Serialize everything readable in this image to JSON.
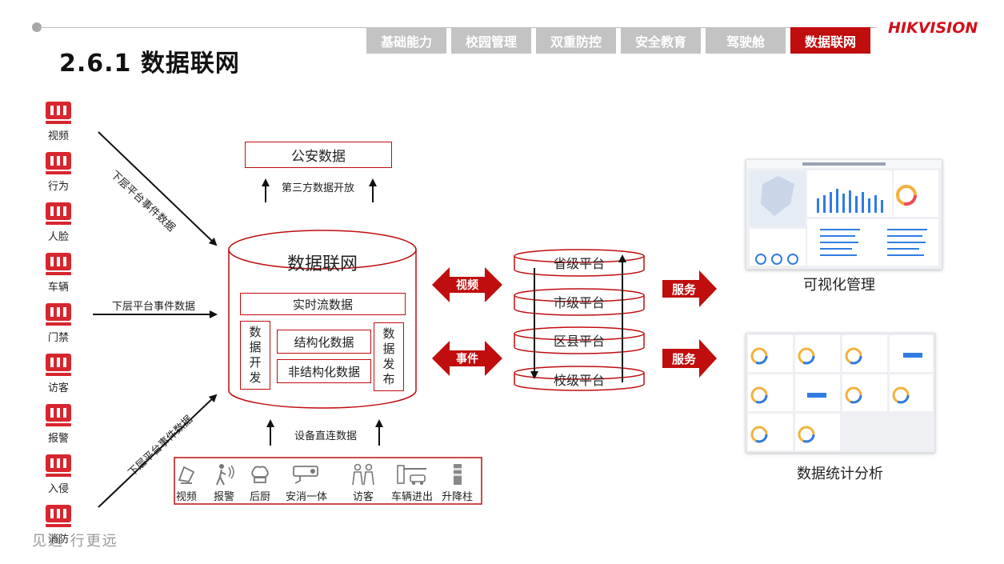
{
  "header": {
    "title": "2.6.1 数据联网",
    "logo": "HIKVISION",
    "tabs": [
      {
        "label": "基础能力",
        "active": false
      },
      {
        "label": "校园管理",
        "active": false
      },
      {
        "label": "双重防控",
        "active": false
      },
      {
        "label": "安全教育",
        "active": false
      },
      {
        "label": "驾驶舱",
        "active": false
      },
      {
        "label": "数据联网",
        "active": true
      }
    ]
  },
  "sources": [
    "视频",
    "行为",
    "人脸",
    "车辆",
    "门禁",
    "访客",
    "报警",
    "入侵",
    "消防"
  ],
  "flows": {
    "upper": "下层平台事件数据",
    "middle": "下层平台事件数据",
    "lower": "下层平台事件数据"
  },
  "top": {
    "police_box": "公安数据",
    "open_label": "第三方数据开放"
  },
  "core": {
    "title": "数据联网",
    "realtime": "实时流数据",
    "structured": "结构化数据",
    "unstructured": "非结构化数据",
    "dev": "数据开发",
    "publish": "数据发布"
  },
  "bottom": {
    "direct_label": "设备直连数据",
    "devices": [
      "视频",
      "报警",
      "后厨",
      "安消一体",
      "访客",
      "车辆进出",
      "升降柱"
    ]
  },
  "links": {
    "video": "视频",
    "event": "事件",
    "service1": "服务",
    "service2": "服务"
  },
  "platforms": [
    "省级平台",
    "市级平台",
    "区县平台",
    "校级平台"
  ],
  "outputs": {
    "visual": "可视化管理",
    "stats": "数据统计分析"
  },
  "footer": {
    "slogan": "见远 行更远"
  },
  "colors": {
    "accent": "#c00d0d",
    "tab_inactive": "#c3c3c3"
  }
}
